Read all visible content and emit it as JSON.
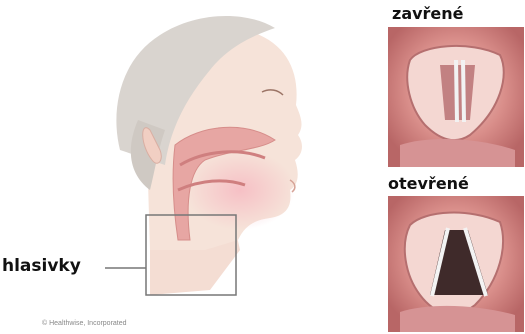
{
  "labels": {
    "closed": "zavřené",
    "open": "otevřené",
    "vocal_cords": "hlasivky",
    "credit": "© Healthwise, Incorporated"
  },
  "colors": {
    "skin": "#f4ddd3",
    "hair": "#d9d4cf",
    "tissue": "#e9a7a3",
    "frame": "#777777"
  }
}
